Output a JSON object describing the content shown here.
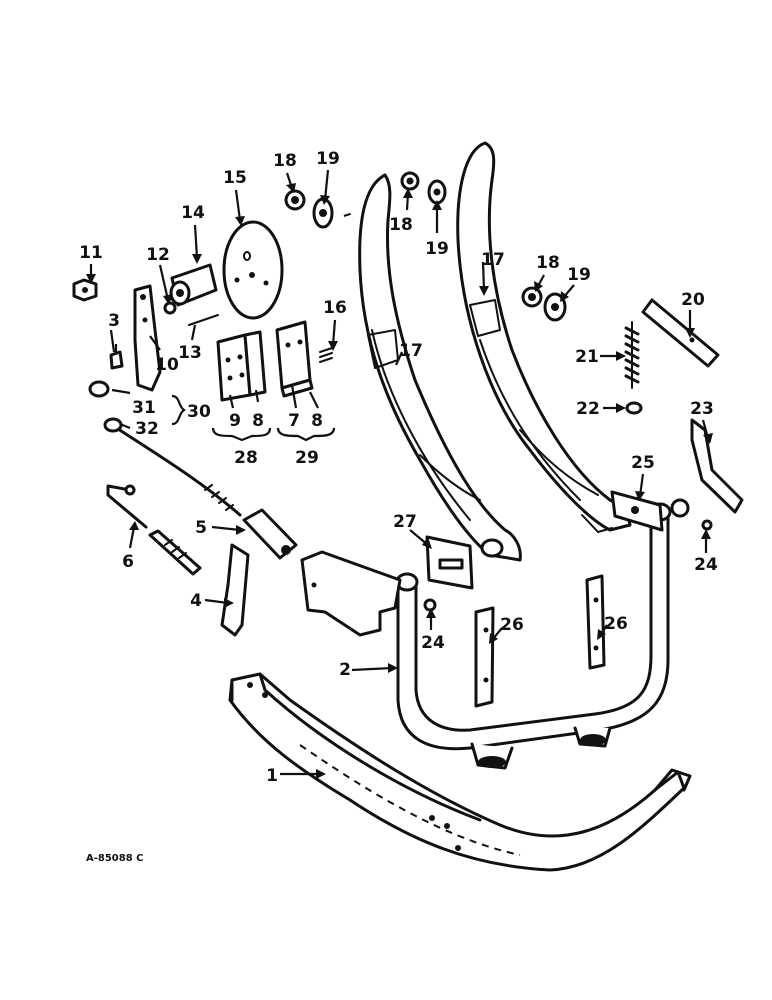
{
  "figure_code": "A-85088 C",
  "callouts": {
    "c1": "1",
    "c2": "2",
    "c3": "3",
    "c4": "4",
    "c5": "5",
    "c6": "6",
    "c7": "7",
    "c8a": "8",
    "c8b": "8",
    "c9": "9",
    "c10": "10",
    "c11": "11",
    "c12": "12",
    "c13": "13",
    "c14": "14",
    "c15": "15",
    "c16": "16",
    "c17a": "17",
    "c17b": "17",
    "c18a": "18",
    "c18b": "18",
    "c18c": "18",
    "c19a": "19",
    "c19b": "19",
    "c19c": "19",
    "c20": "20",
    "c21": "21",
    "c22": "22",
    "c23": "23",
    "c24a": "24",
    "c24b": "24",
    "c25": "25",
    "c26a": "26",
    "c26b": "26",
    "c27": "27",
    "c28": "28",
    "c29": "29",
    "c30": "30",
    "c31": "31",
    "c32": "32"
  }
}
